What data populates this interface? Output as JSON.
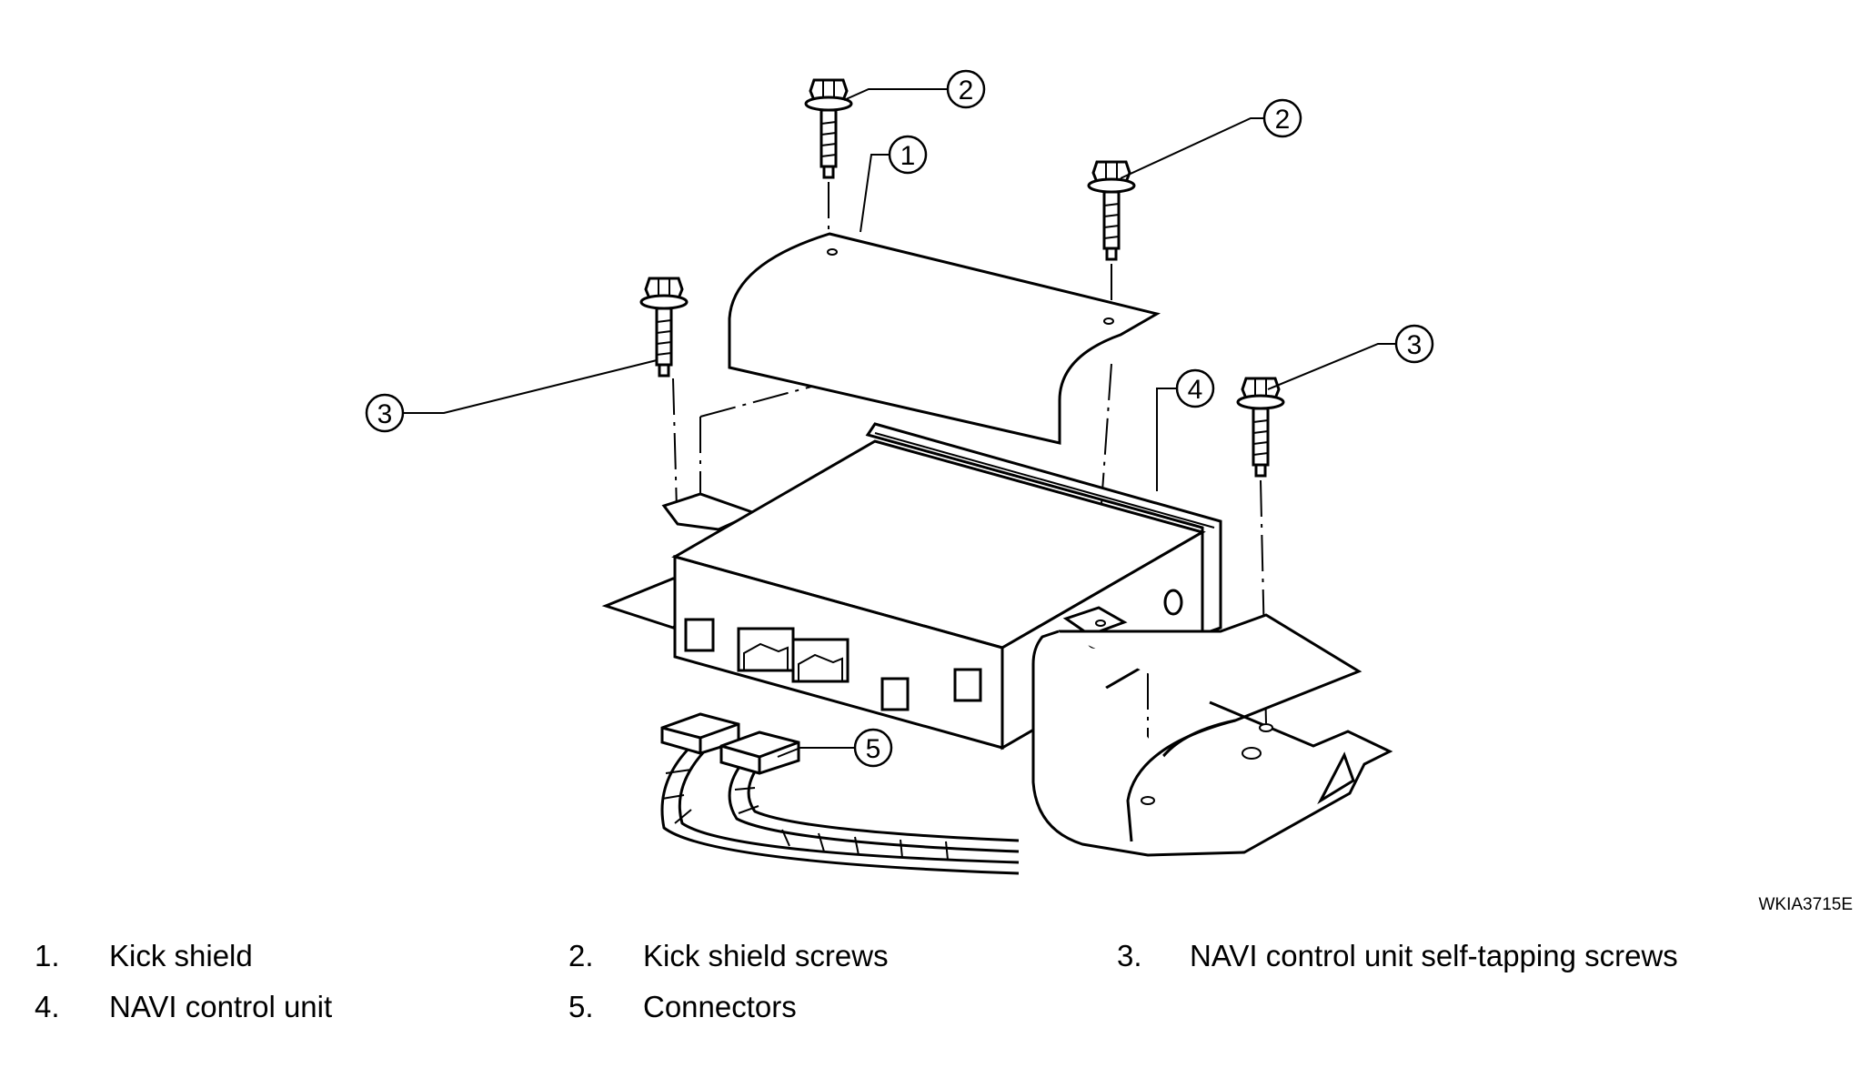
{
  "figure_code": "WKIA3715E",
  "callouts": [
    "1",
    "2",
    "2",
    "3",
    "3",
    "4",
    "5"
  ],
  "legend": [
    {
      "num": "1.",
      "label": "Kick shield"
    },
    {
      "num": "2.",
      "label": "Kick shield screws"
    },
    {
      "num": "3.",
      "label": "NAVI control unit self-tapping screws"
    },
    {
      "num": "4.",
      "label": "NAVI control unit"
    },
    {
      "num": "5.",
      "label": "Connectors"
    }
  ]
}
